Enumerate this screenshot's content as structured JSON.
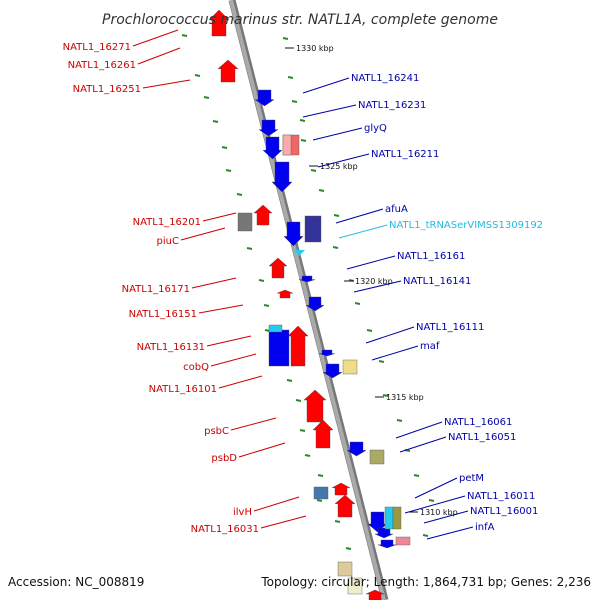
{
  "title": "Prochlorococcus marinus str. NATL1A, complete genome",
  "footer": {
    "accession": "Accession: NC_008819",
    "topology": "Topology: circular; Length: 1,864,731 bp; Genes: 2,236"
  },
  "colors": {
    "red_label": "#cc0000",
    "blue_label": "#0000aa",
    "cyan_label": "#22bbdd",
    "backbone": "#999999",
    "tick": "#2a8a2a"
  },
  "ruler_labels": [
    "1330 kbp",
    "1325 kbp",
    "1320 kbp",
    "1315 kbp",
    "1310 kbp"
  ],
  "left_labels": [
    "NATL1_16271",
    "NATL1_16261",
    "NATL1_16251",
    "NATL1_16201",
    "piuC",
    "NATL1_16171",
    "NATL1_16151",
    "NATL1_16131",
    "cobQ",
    "NATL1_16101",
    "psbC",
    "psbD",
    "ilvH",
    "NATL1_16031"
  ],
  "right_labels": [
    "NATL1_16241",
    "NATL1_16231",
    "glyQ",
    "NATL1_16211",
    "afuA",
    "NATL1_tRNASerVIMSS1309192",
    "NATL1_16161",
    "NATL1_16141",
    "NATL1_16111",
    "maf",
    "NATL1_16061",
    "NATL1_16051",
    "petM",
    "NATL1_16011",
    "NATL1_16001",
    "infA"
  ]
}
